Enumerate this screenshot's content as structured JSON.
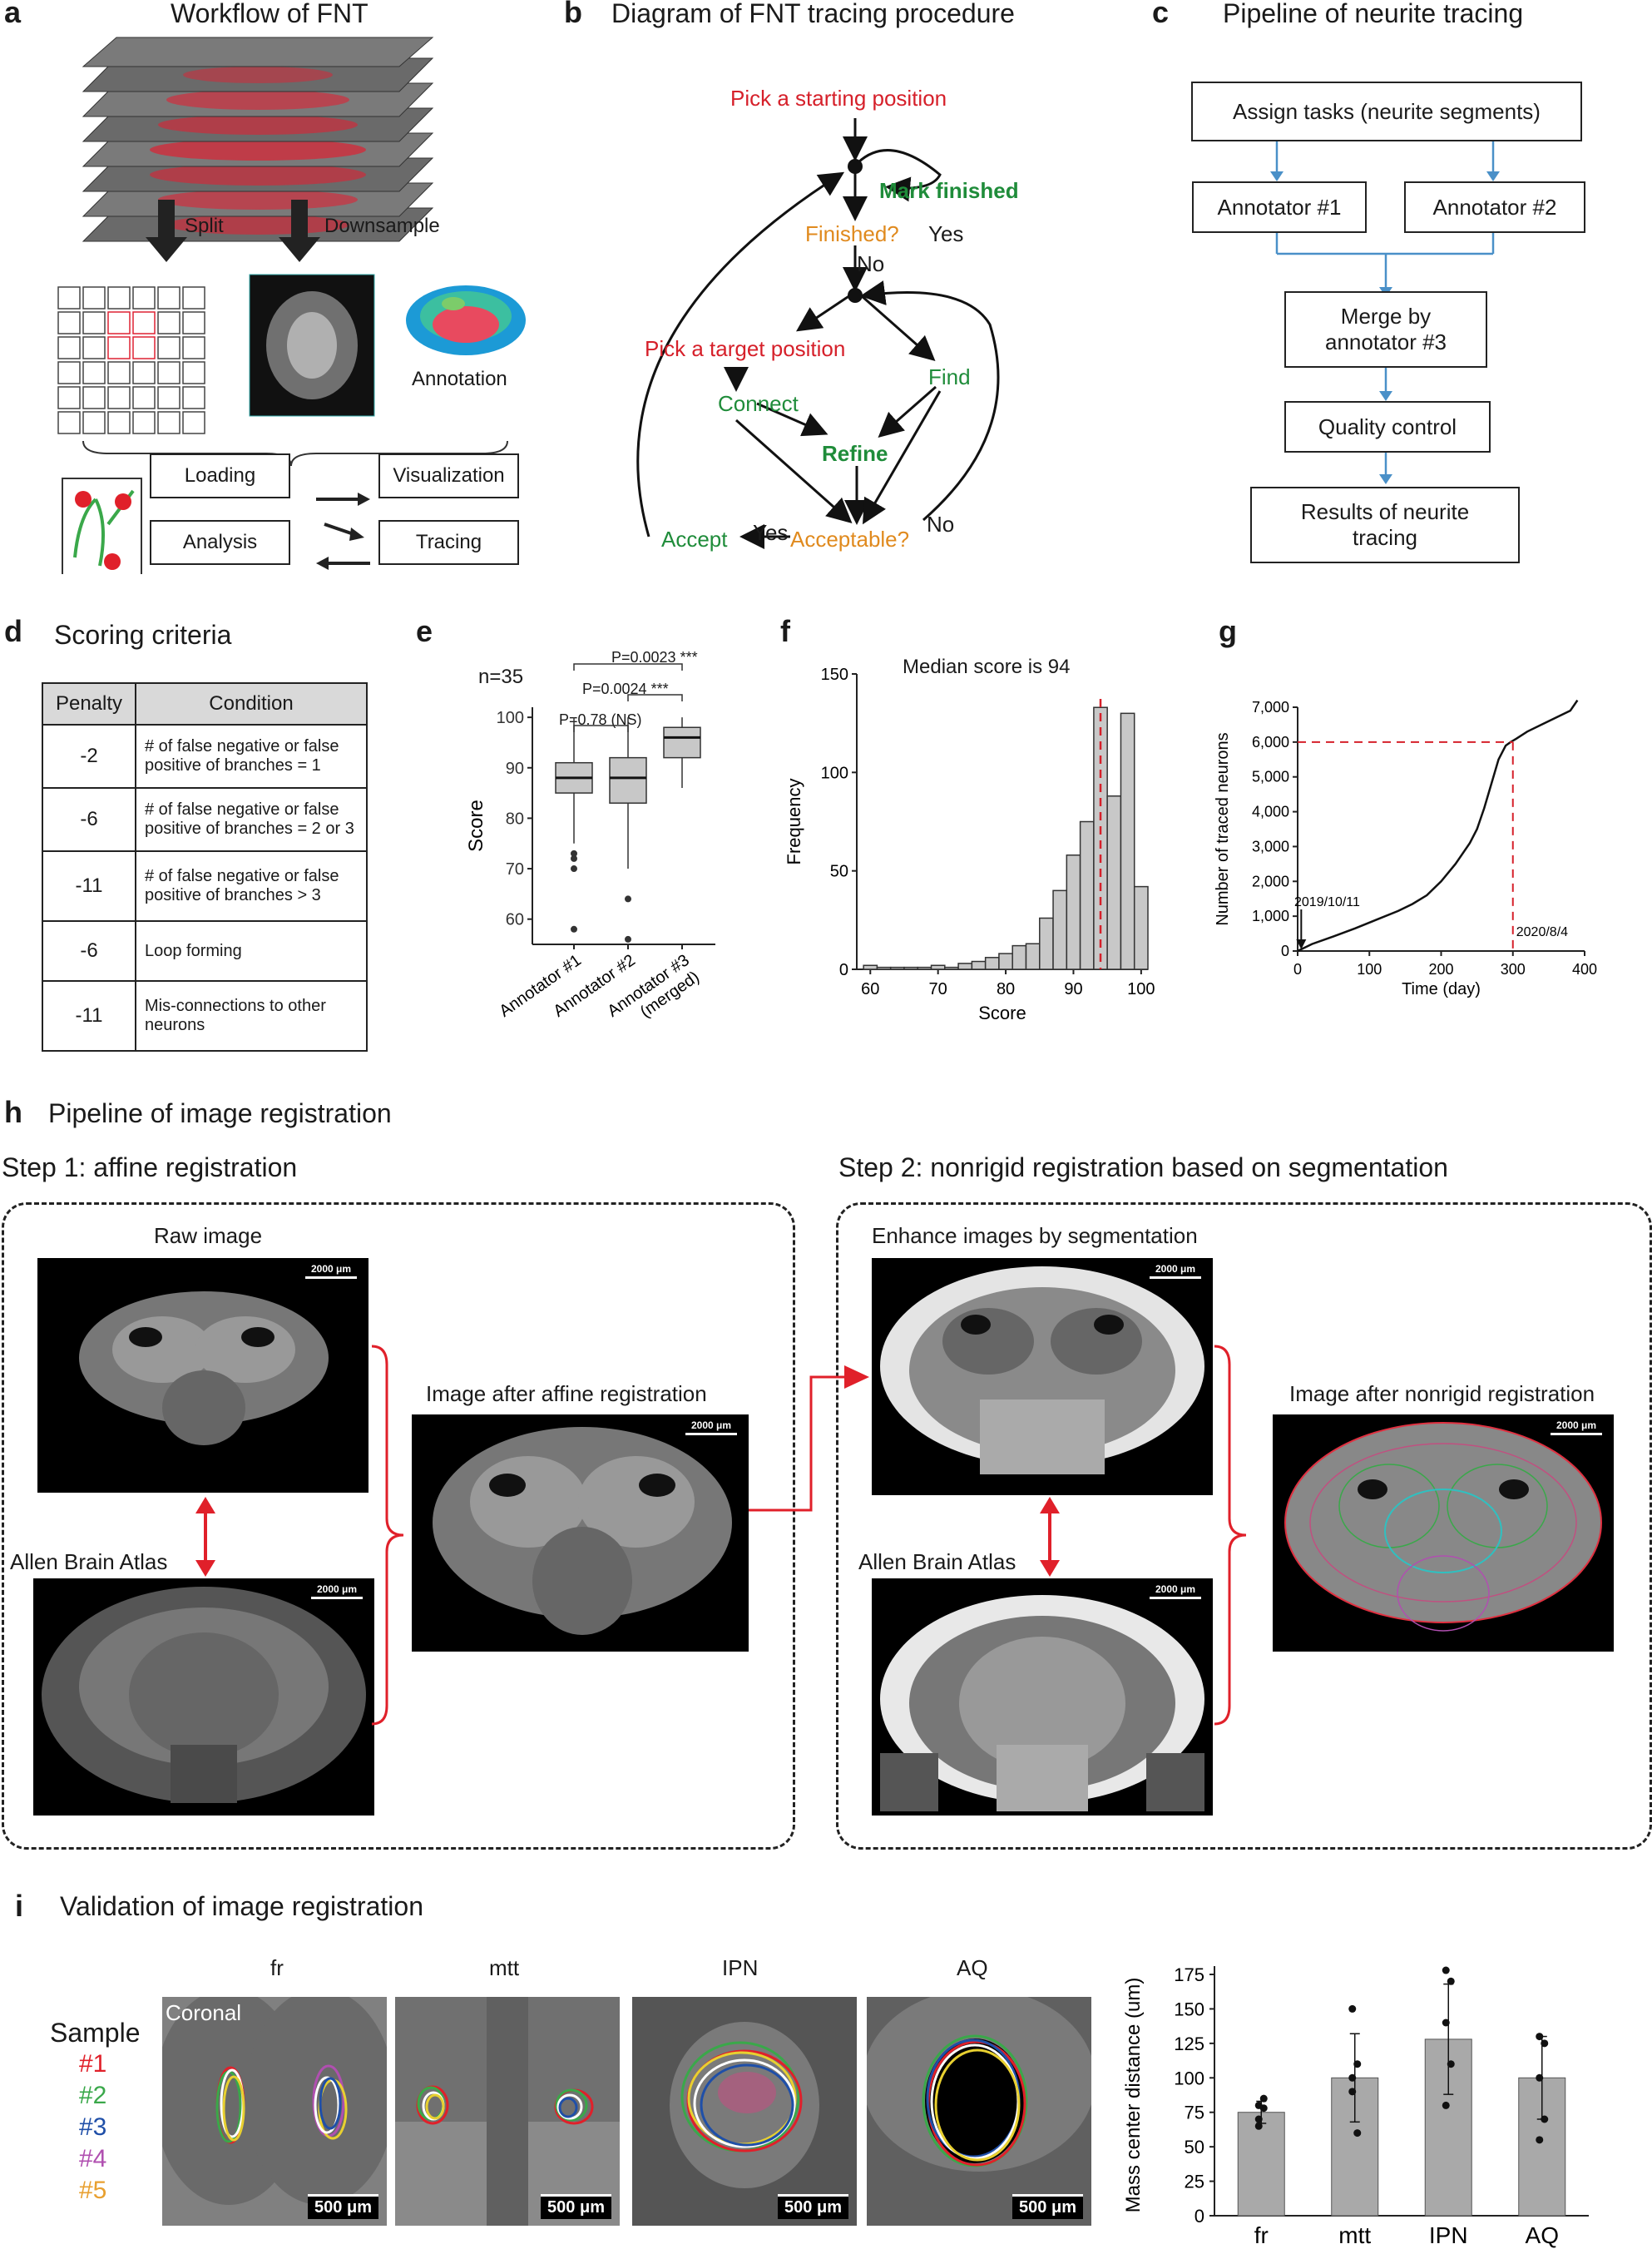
{
  "panel_a": {
    "letter": "a",
    "title": "Workflow of FNT",
    "split": "Split",
    "downsample": "Downsample",
    "annotation": "Annotation",
    "loading": "Loading",
    "visualization": "Visualization",
    "analysis": "Analysis",
    "tracing": "Tracing"
  },
  "panel_b": {
    "letter": "b",
    "title": "Diagram of FNT tracing procedure",
    "pick_start": "Pick a starting position",
    "mark_finished": "Mark finished",
    "finished_q": "Finished?",
    "yes1": "Yes",
    "no1": "No",
    "pick_target": "Pick a target position",
    "connect": "Connect",
    "find": "Find",
    "refine": "Refine",
    "accept": "Accept",
    "yes2": "Yes",
    "acceptable_q": "Acceptable?",
    "no2": "No"
  },
  "panel_c": {
    "letter": "c",
    "title": "Pipeline of neurite tracing",
    "assign": "Assign tasks (neurite segments)",
    "annot1": "Annotator #1",
    "annot2": "Annotator #2",
    "merge": "Merge by annotator #3",
    "qc": "Quality control",
    "results": "Results of neurite tracing"
  },
  "panel_d": {
    "letter": "d",
    "title": "Scoring criteria",
    "headers": [
      "Penalty",
      "Condition"
    ],
    "rows": [
      [
        "-2",
        "# of false negative or false positive of branches = 1"
      ],
      [
        "-6",
        "# of false negative or false positive of branches = 2 or 3"
      ],
      [
        "-11",
        "# of false negative or false positive of branches > 3"
      ],
      [
        "-6",
        "Loop forming"
      ],
      [
        "-11",
        "Mis-connections to other neurons"
      ]
    ]
  },
  "panel_e": {
    "letter": "e",
    "n_label": "n=35",
    "p1": "P=0.78 (NS)",
    "p2": "P=0.0024 ***",
    "p3": "P=0.0023 ***",
    "ylabel": "Score",
    "xlabels": [
      "Annotator #1",
      "Annotator #2",
      "Annotator #3 (merged)"
    ]
  },
  "panel_f": {
    "letter": "f",
    "annotation": "Median score is 94"
  },
  "panel_g": {
    "letter": "g",
    "start_label": "2019/10/11",
    "end_label": "2020/8/4"
  },
  "panel_h": {
    "letter": "h",
    "title": "Pipeline of image registration",
    "step1": "Step 1: affine registration",
    "step2": "Step 2: nonrigid registration based on segmentation",
    "raw": "Raw image",
    "allen1": "Allen Brain Atlas",
    "after_affine": "Image after affine registration",
    "enhance": "Enhance images by segmentation",
    "allen2": "Allen Brain Atlas",
    "after_nonrigid": "Image after nonrigid registration",
    "scale": "2000 μm"
  },
  "panel_i": {
    "letter": "i",
    "title": "Validation of image registration",
    "sample": "Sample",
    "samples": [
      "#1",
      "#2",
      "#3",
      "#4",
      "#5"
    ],
    "sample_colors": [
      "#e0202a",
      "#3aa84a",
      "#1f4fa8",
      "#b04fb0",
      "#e8a030"
    ],
    "regions": [
      "fr",
      "mtt",
      "IPN",
      "AQ"
    ],
    "coronal": "Coronal",
    "scale": "500 μm"
  },
  "chart_data": [
    {
      "type": "box",
      "ylabel": "Score",
      "categories": [
        "Annotator #1",
        "Annotator #2",
        "Annotator #3 (merged)"
      ],
      "ylim": [
        55,
        102
      ],
      "yticks": [
        60,
        70,
        80,
        90,
        100
      ],
      "boxes": [
        {
          "min": 75,
          "q1": 85,
          "median": 88,
          "q3": 91,
          "max": 100,
          "outliers": [
            73,
            72,
            70,
            58
          ]
        },
        {
          "min": 70,
          "q1": 83,
          "median": 88,
          "q3": 92,
          "max": 100,
          "outliers": [
            64,
            56
          ]
        },
        {
          "min": 86,
          "q1": 92,
          "median": 96,
          "q3": 98,
          "max": 100,
          "outliers": []
        }
      ]
    },
    {
      "type": "bar",
      "xlabel": "Score",
      "ylabel": "Frequency",
      "xlim": [
        58,
        101
      ],
      "ylim": [
        0,
        150
      ],
      "xticks": [
        60,
        70,
        80,
        90,
        100
      ],
      "yticks": [
        0,
        50,
        100,
        150
      ],
      "bin_width": 2,
      "bins": [
        60,
        62,
        64,
        66,
        68,
        70,
        72,
        74,
        76,
        78,
        80,
        82,
        84,
        86,
        88,
        90,
        92,
        94,
        96,
        98
      ],
      "values": [
        2,
        1,
        1,
        1,
        1,
        2,
        1,
        3,
        4,
        6,
        8,
        12,
        13,
        26,
        40,
        58,
        75,
        133,
        88,
        130
      ],
      "extra": {
        "bin": 98,
        "value": 42
      },
      "median": 94
    },
    {
      "type": "line",
      "xlabel": "Time (day)",
      "ylabel": "Number of traced neurons",
      "xlim": [
        0,
        400
      ],
      "ylim": [
        0,
        7000
      ],
      "xticks": [
        0,
        100,
        200,
        300,
        400
      ],
      "yticks": [
        0,
        1000,
        2000,
        3000,
        4000,
        5000,
        6000,
        7000
      ],
      "x": [
        0,
        20,
        50,
        80,
        110,
        140,
        160,
        180,
        200,
        220,
        240,
        250,
        260,
        270,
        280,
        290,
        297,
        305,
        320,
        340,
        360,
        380,
        390
      ],
      "y": [
        0,
        200,
        420,
        650,
        900,
        1150,
        1350,
        1600,
        2000,
        2500,
        3100,
        3500,
        4100,
        4800,
        5500,
        5900,
        6000,
        6100,
        6300,
        6500,
        6700,
        6900,
        7200
      ],
      "ref_x": 300,
      "ref_y": 6000
    },
    {
      "type": "bar",
      "ylabel": "Mass center distance (um)",
      "categories": [
        "fr",
        "mtt",
        "IPN",
        "AQ"
      ],
      "values": [
        75,
        100,
        128,
        100
      ],
      "errors": [
        8,
        32,
        40,
        30
      ],
      "points": [
        [
          70,
          78,
          80,
          85,
          65
        ],
        [
          150,
          110,
          90,
          60,
          100
        ],
        [
          178,
          170,
          140,
          110,
          80
        ],
        [
          130,
          125,
          100,
          70,
          55
        ]
      ],
      "ylim": [
        0,
        175
      ],
      "yticks": [
        0,
        25,
        50,
        75,
        100,
        125,
        150,
        175
      ]
    }
  ]
}
